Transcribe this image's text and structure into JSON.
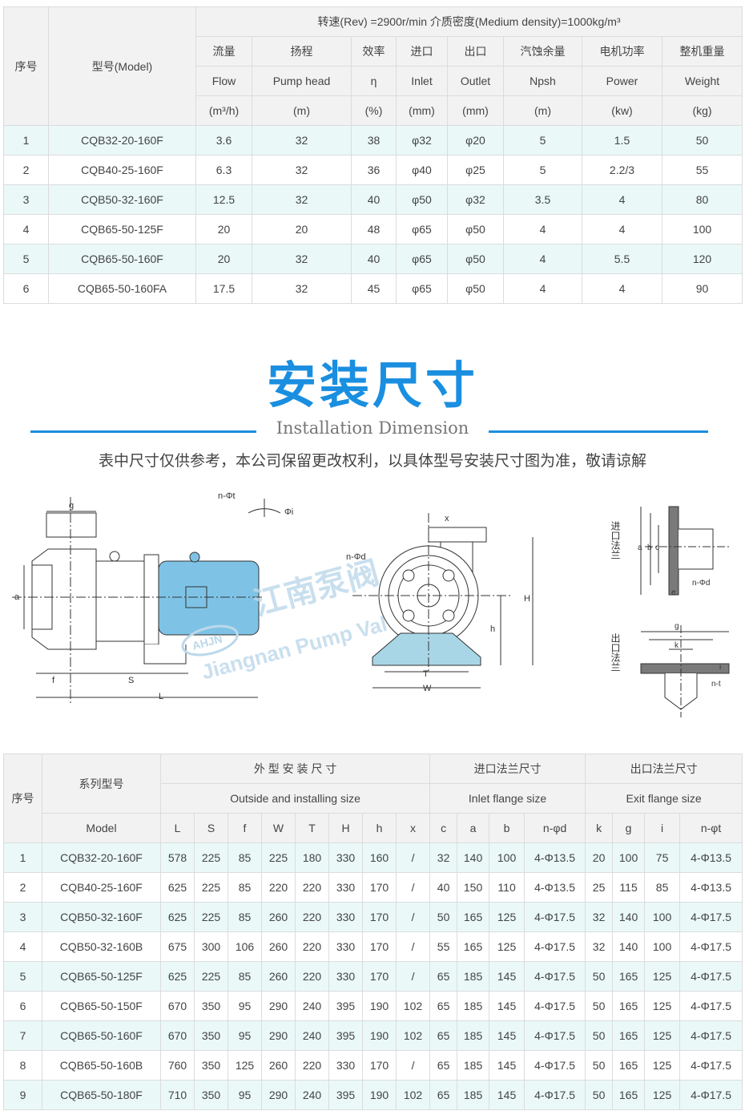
{
  "perf_table": {
    "col_no": "序号",
    "col_model": "型号(Model)",
    "condition": "转速(Rev) =2900r/min   介质密度(Medium density)=1000kg/m³",
    "headers_cn": [
      "流量",
      "扬程",
      "效率",
      "进口",
      "出口",
      "汽蚀余量",
      "电机功率",
      "整机重量"
    ],
    "headers_en": [
      "Flow",
      "Pump head",
      "η",
      "Inlet",
      "Outlet",
      "Npsh",
      "Power",
      "Weight"
    ],
    "units": [
      "(m³/h)",
      "(m)",
      "(%)",
      "(mm)",
      "(mm)",
      "(m)",
      "(kw)",
      "(kg)"
    ],
    "rows": [
      [
        "1",
        "CQB32-20-160F",
        "3.6",
        "32",
        "38",
        "φ32",
        "φ20",
        "5",
        "1.5",
        "50"
      ],
      [
        "2",
        "CQB40-25-160F",
        "6.3",
        "32",
        "36",
        "φ40",
        "φ25",
        "5",
        "2.2/3",
        "55"
      ],
      [
        "3",
        "CQB50-32-160F",
        "12.5",
        "32",
        "40",
        "φ50",
        "φ32",
        "3.5",
        "4",
        "80"
      ],
      [
        "4",
        "CQB65-50-125F",
        "20",
        "20",
        "48",
        "φ65",
        "φ50",
        "4",
        "4",
        "100"
      ],
      [
        "5",
        "CQB65-50-160F",
        "20",
        "32",
        "40",
        "φ65",
        "φ50",
        "4",
        "5.5",
        "120"
      ],
      [
        "6",
        "CQB65-50-160FA",
        "17.5",
        "32",
        "45",
        "φ65",
        "φ50",
        "4",
        "4",
        "90"
      ]
    ]
  },
  "section": {
    "title_cn": "安装尺寸",
    "title_en": "Installation Dimension",
    "note": "表中尺寸仅供参考，本公司保留更改权利，以具体型号安装尺寸图为准，敬请谅解"
  },
  "drawing": {
    "labels_side": [
      "g",
      "a",
      "f",
      "S",
      "L",
      "n-Φt",
      "Φi"
    ],
    "labels_front": [
      "x",
      "n-Φd",
      "H",
      "h",
      "T",
      "W"
    ],
    "inlet_flange_label": "进口法兰",
    "outlet_flange_label": "出口法兰",
    "labels_inlet": [
      "a",
      "b",
      "c",
      "e",
      "n-Φd"
    ],
    "labels_outlet": [
      "g",
      "k",
      "i",
      "n-t"
    ],
    "watermark_cn": "江南泵阀",
    "watermark_en": "Jiangnan Pump Valve",
    "logo_text": "AHJN",
    "motor_color": "#7ec3e6",
    "base_color": "#a9d6e6"
  },
  "dim_table": {
    "col_no": "序号",
    "col_series": "系列型号",
    "col_model": "Model",
    "group_outside_cn": "外 型 安 装 尺 寸",
    "group_outside_en": "Outside and installing size",
    "group_inlet_cn": "进口法兰尺寸",
    "group_inlet_en": "Inlet flange size",
    "group_exit_cn": "出口法兰尺寸",
    "group_exit_en": "Exit flange size",
    "col_letters": [
      "L",
      "S",
      "f",
      "W",
      "T",
      "H",
      "h",
      "x",
      "c",
      "a",
      "b",
      "n-φd",
      "k",
      "g",
      "i",
      "n-φt"
    ],
    "rows": [
      [
        "1",
        "CQB32-20-160F",
        "578",
        "225",
        "85",
        "225",
        "180",
        "330",
        "160",
        "/",
        "32",
        "140",
        "100",
        "4-Φ13.5",
        "20",
        "100",
        "75",
        "4-Φ13.5"
      ],
      [
        "2",
        "CQB40-25-160F",
        "625",
        "225",
        "85",
        "220",
        "220",
        "330",
        "170",
        "/",
        "40",
        "150",
        "110",
        "4-Φ13.5",
        "25",
        "115",
        "85",
        "4-Φ13.5"
      ],
      [
        "3",
        "CQB50-32-160F",
        "625",
        "225",
        "85",
        "260",
        "220",
        "330",
        "170",
        "/",
        "50",
        "165",
        "125",
        "4-Φ17.5",
        "32",
        "140",
        "100",
        "4-Φ17.5"
      ],
      [
        "4",
        "CQB50-32-160B",
        "675",
        "300",
        "106",
        "260",
        "220",
        "330",
        "170",
        "/",
        "55",
        "165",
        "125",
        "4-Φ17.5",
        "32",
        "140",
        "100",
        "4-Φ17.5"
      ],
      [
        "5",
        "CQB65-50-125F",
        "625",
        "225",
        "85",
        "260",
        "220",
        "330",
        "170",
        "/",
        "65",
        "185",
        "145",
        "4-Φ17.5",
        "50",
        "165",
        "125",
        "4-Φ17.5"
      ],
      [
        "6",
        "CQB65-50-150F",
        "670",
        "350",
        "95",
        "290",
        "240",
        "395",
        "190",
        "102",
        "65",
        "185",
        "145",
        "4-Φ17.5",
        "50",
        "165",
        "125",
        "4-Φ17.5"
      ],
      [
        "7",
        "CQB65-50-160F",
        "670",
        "350",
        "95",
        "290",
        "240",
        "395",
        "190",
        "102",
        "65",
        "185",
        "145",
        "4-Φ17.5",
        "50",
        "165",
        "125",
        "4-Φ17.5"
      ],
      [
        "8",
        "CQB65-50-160B",
        "760",
        "350",
        "125",
        "260",
        "220",
        "330",
        "170",
        "/",
        "65",
        "185",
        "145",
        "4-Φ17.5",
        "50",
        "165",
        "125",
        "4-Φ17.5"
      ],
      [
        "9",
        "CQB65-50-180F",
        "710",
        "350",
        "95",
        "290",
        "240",
        "395",
        "190",
        "102",
        "65",
        "185",
        "145",
        "4-Φ17.5",
        "50",
        "165",
        "125",
        "4-Φ17.5"
      ]
    ]
  }
}
